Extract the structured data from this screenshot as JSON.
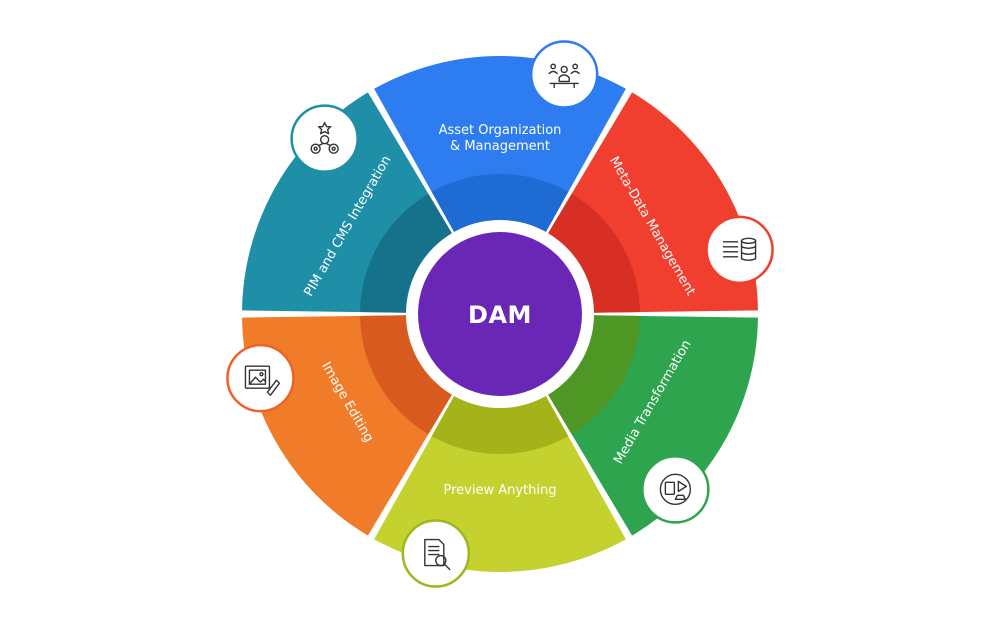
{
  "center": {
    "label": "DAM",
    "color": "#6a26b5"
  },
  "segments": [
    {
      "id": "asset",
      "label_lines": [
        "Asset Organization",
        "& Management"
      ],
      "color": "#2d7cf0",
      "inner_color": "#1f6bd4",
      "icon": "people-network-icon",
      "icon_border": "#2d7cf0"
    },
    {
      "id": "meta",
      "label_lines": [
        "Meta-Data Management"
      ],
      "color": "#f03e2f",
      "inner_color": "#d82f25",
      "icon": "database-list-icon",
      "icon_border": "#f03e2f"
    },
    {
      "id": "media",
      "label_lines": [
        "Media Transformation"
      ],
      "color": "#2ea44f",
      "inner_color": "#4e9724",
      "icon": "media-transform-icon",
      "icon_border": "#2ea44f"
    },
    {
      "id": "preview",
      "label_lines": [
        "Preview Anything"
      ],
      "color": "#c5d12f",
      "inner_color": "#a3b319",
      "icon": "document-search-icon",
      "icon_border": "#9cb81f"
    },
    {
      "id": "image",
      "label_lines": [
        "Image Editing"
      ],
      "color": "#f07c2a",
      "inner_color": "#d85a1f",
      "icon": "image-edit-icon",
      "icon_border": "#f0612a"
    },
    {
      "id": "pim",
      "label_lines": [
        "PIM and CMS Integration"
      ],
      "color": "#1f8fa8",
      "inner_color": "#16728a",
      "icon": "integration-gears-icon",
      "icon_border": "#1f8fa8"
    }
  ]
}
